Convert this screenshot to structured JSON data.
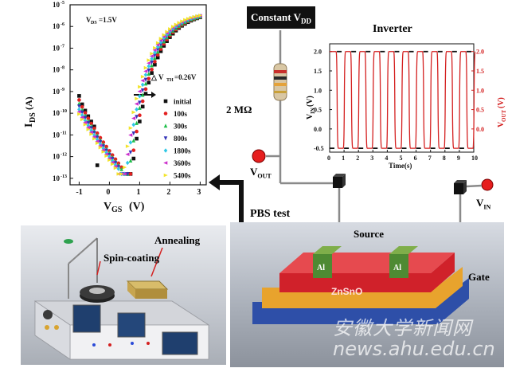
{
  "title_vdd": "Constant V",
  "title_vdd_sub": "DD",
  "inverter_title": "Inverter",
  "resistor_label": "2 MΩ",
  "vout_label": "V",
  "vout_sub": "OUT",
  "vin_label": "V",
  "vin_sub": "IN",
  "pbs_label": "PBS test",
  "spin_label": "Spin-coating",
  "anneal_label": "Annealing",
  "source_label": "Source",
  "gate_label": "Gate",
  "znsno_label": "ZnSnO",
  "al_label": "Al",
  "watermark_cn": "安徽大学新闻网",
  "watermark_url": "news.ahu.edu.cn",
  "colors": {
    "red": "#d42020",
    "dark": "#111111",
    "gold": "#c9a13b"
  },
  "chart_data": [
    {
      "type": "scatter",
      "xlabel": "V",
      "xlabel_sub": "GS",
      "xlabel_unit": "(V)",
      "ylabel": "I",
      "ylabel_sub": "DS",
      "ylabel_unit": "(A)",
      "yscale": "log",
      "xlim": [
        -1.3,
        3.2
      ],
      "ylim": [
        -13.3,
        -5
      ],
      "x_ticks": [
        "-1",
        "0",
        "1",
        "2",
        "3"
      ],
      "y_ticks": [
        "10",
        "10",
        "10",
        "10",
        "10",
        "10",
        "10",
        "10",
        "10"
      ],
      "y_tick_exps": [
        "-13",
        "-12",
        "-11",
        "-10",
        "-9",
        "-8",
        "-7",
        "-6",
        "-5"
      ],
      "annotations": {
        "vds": "V",
        "vds_sub": "DS",
        "vds_val": "=1.5V",
        "dvth": "△ V",
        "dvth_sub": "TH",
        "dvth_val": "=0.26V"
      },
      "series": [
        {
          "name": "initial",
          "color": "#111111",
          "marker": "square",
          "shift": 0.0
        },
        {
          "name": "100s",
          "color": "#e32020",
          "marker": "circle",
          "shift": -0.04
        },
        {
          "name": "300s",
          "color": "#1fbf4a",
          "marker": "triangle",
          "shift": -0.09
        },
        {
          "name": "800s",
          "color": "#3535b8",
          "marker": "tri-down",
          "shift": -0.13
        },
        {
          "name": "1800s",
          "color": "#2fc8e6",
          "marker": "diamond",
          "shift": -0.18
        },
        {
          "name": "3600s",
          "color": "#cc2fcc",
          "marker": "tri-left",
          "shift": -0.22
        },
        {
          "name": "5400s",
          "color": "#f2e42a",
          "marker": "tri-right",
          "shift": -0.26
        }
      ]
    },
    {
      "type": "line",
      "title": "Inverter",
      "xlabel": "Time(s)",
      "ylabel_left": "V",
      "ylabel_left_sub": "IN",
      "ylabel_left_unit": "(V)",
      "ylabel_right": "V",
      "ylabel_right_sub": "OUT",
      "ylabel_right_unit": "(V)",
      "xlim": [
        0,
        10
      ],
      "ylim": [
        -0.6,
        2.2
      ],
      "x_ticks": [
        "0",
        "1",
        "2",
        "3",
        "4",
        "5",
        "6",
        "7",
        "8",
        "9",
        "10"
      ],
      "y_ticks": [
        "-0.5",
        "0.0",
        "0.5",
        "1.0",
        "1.5",
        "2.0"
      ],
      "y_ticks_right": [
        "0.0",
        "0.5",
        "1.0",
        "1.5",
        "2.0"
      ],
      "series": [
        {
          "name": "V_IN",
          "color": "#111111",
          "period": 1,
          "high": 2.0,
          "low": -0.5
        },
        {
          "name": "V_OUT",
          "color": "#d42020",
          "period": 1,
          "high": 2.0,
          "low": -0.5
        }
      ]
    }
  ]
}
